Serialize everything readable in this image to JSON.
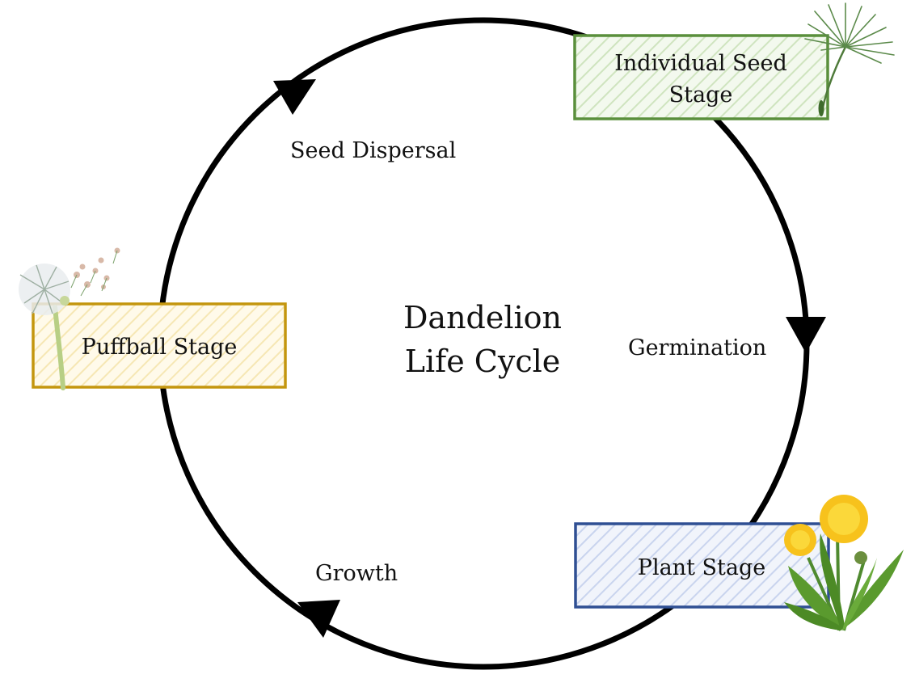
{
  "diagram": {
    "title_line1": "Dandelion",
    "title_line2": "Life Cycle",
    "stages": {
      "individual_seed": {
        "line1": "Individual Seed",
        "line2": "Stage",
        "color": "#5a8f3c",
        "fill": "#e6f2dc"
      },
      "plant": {
        "label": "Plant Stage",
        "color": "#2f4f93",
        "fill": "#dfe6f5"
      },
      "puffball": {
        "label": "Puffball Stage",
        "color": "#c4960e",
        "fill": "#fbf0cc"
      }
    },
    "transitions": {
      "seed_dispersal": "Seed Dispersal",
      "germination": "Germination",
      "growth": "Growth"
    },
    "cycle_color": "#000000",
    "icons": [
      "dandelion-seed-icon",
      "dandelion-plant-icon",
      "dandelion-puffball-icon"
    ]
  }
}
